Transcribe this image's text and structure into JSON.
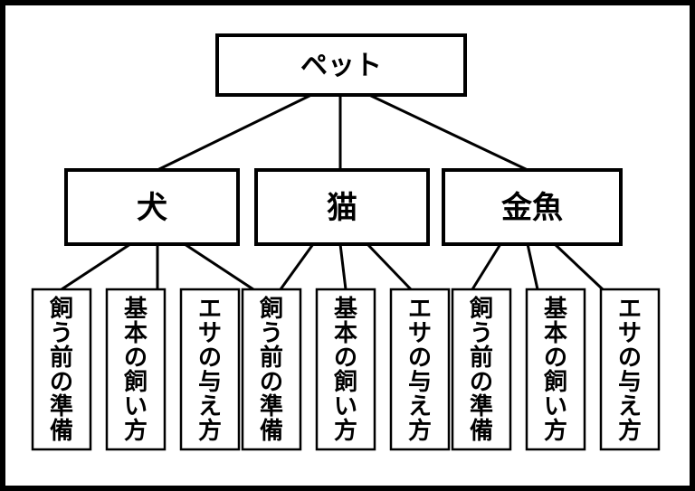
{
  "diagram": {
    "type": "tree",
    "title_text": "ペット",
    "orientation": "top-down",
    "colors": {
      "frame": "#000000",
      "background": "#ffffff",
      "box_stroke": "#000000",
      "text": "#000000",
      "connector": "#000000"
    },
    "root": {
      "label": "ペット"
    },
    "branches": [
      {
        "label": "犬",
        "leaves": [
          {
            "label": "飼う前の準備",
            "chars": [
              "飼",
              "う",
              "前",
              "の",
              "準",
              "備"
            ]
          },
          {
            "label": "基本の飼い方",
            "chars": [
              "基",
              "本",
              "の",
              "飼",
              "い",
              "方"
            ]
          },
          {
            "label": "エサの与え方",
            "chars": [
              "エ",
              "サ",
              "の",
              "与",
              "え",
              "方"
            ]
          }
        ]
      },
      {
        "label": "猫",
        "leaves": [
          {
            "label": "飼う前の準備",
            "chars": [
              "飼",
              "う",
              "前",
              "の",
              "準",
              "備"
            ]
          },
          {
            "label": "基本の飼い方",
            "chars": [
              "基",
              "本",
              "の",
              "飼",
              "い",
              "方"
            ]
          },
          {
            "label": "エサの与え方",
            "chars": [
              "エ",
              "サ",
              "の",
              "与",
              "え",
              "方"
            ]
          }
        ]
      },
      {
        "label": "金魚",
        "leaves": [
          {
            "label": "飼う前の準備",
            "chars": [
              "飼",
              "う",
              "前",
              "の",
              "準",
              "備"
            ]
          },
          {
            "label": "基本の飼い方",
            "chars": [
              "基",
              "本",
              "の",
              "飼",
              "い",
              "方"
            ]
          },
          {
            "label": "エサの与え方",
            "chars": [
              "エ",
              "サ",
              "の",
              "与",
              "え",
              "方"
            ]
          }
        ]
      }
    ]
  }
}
